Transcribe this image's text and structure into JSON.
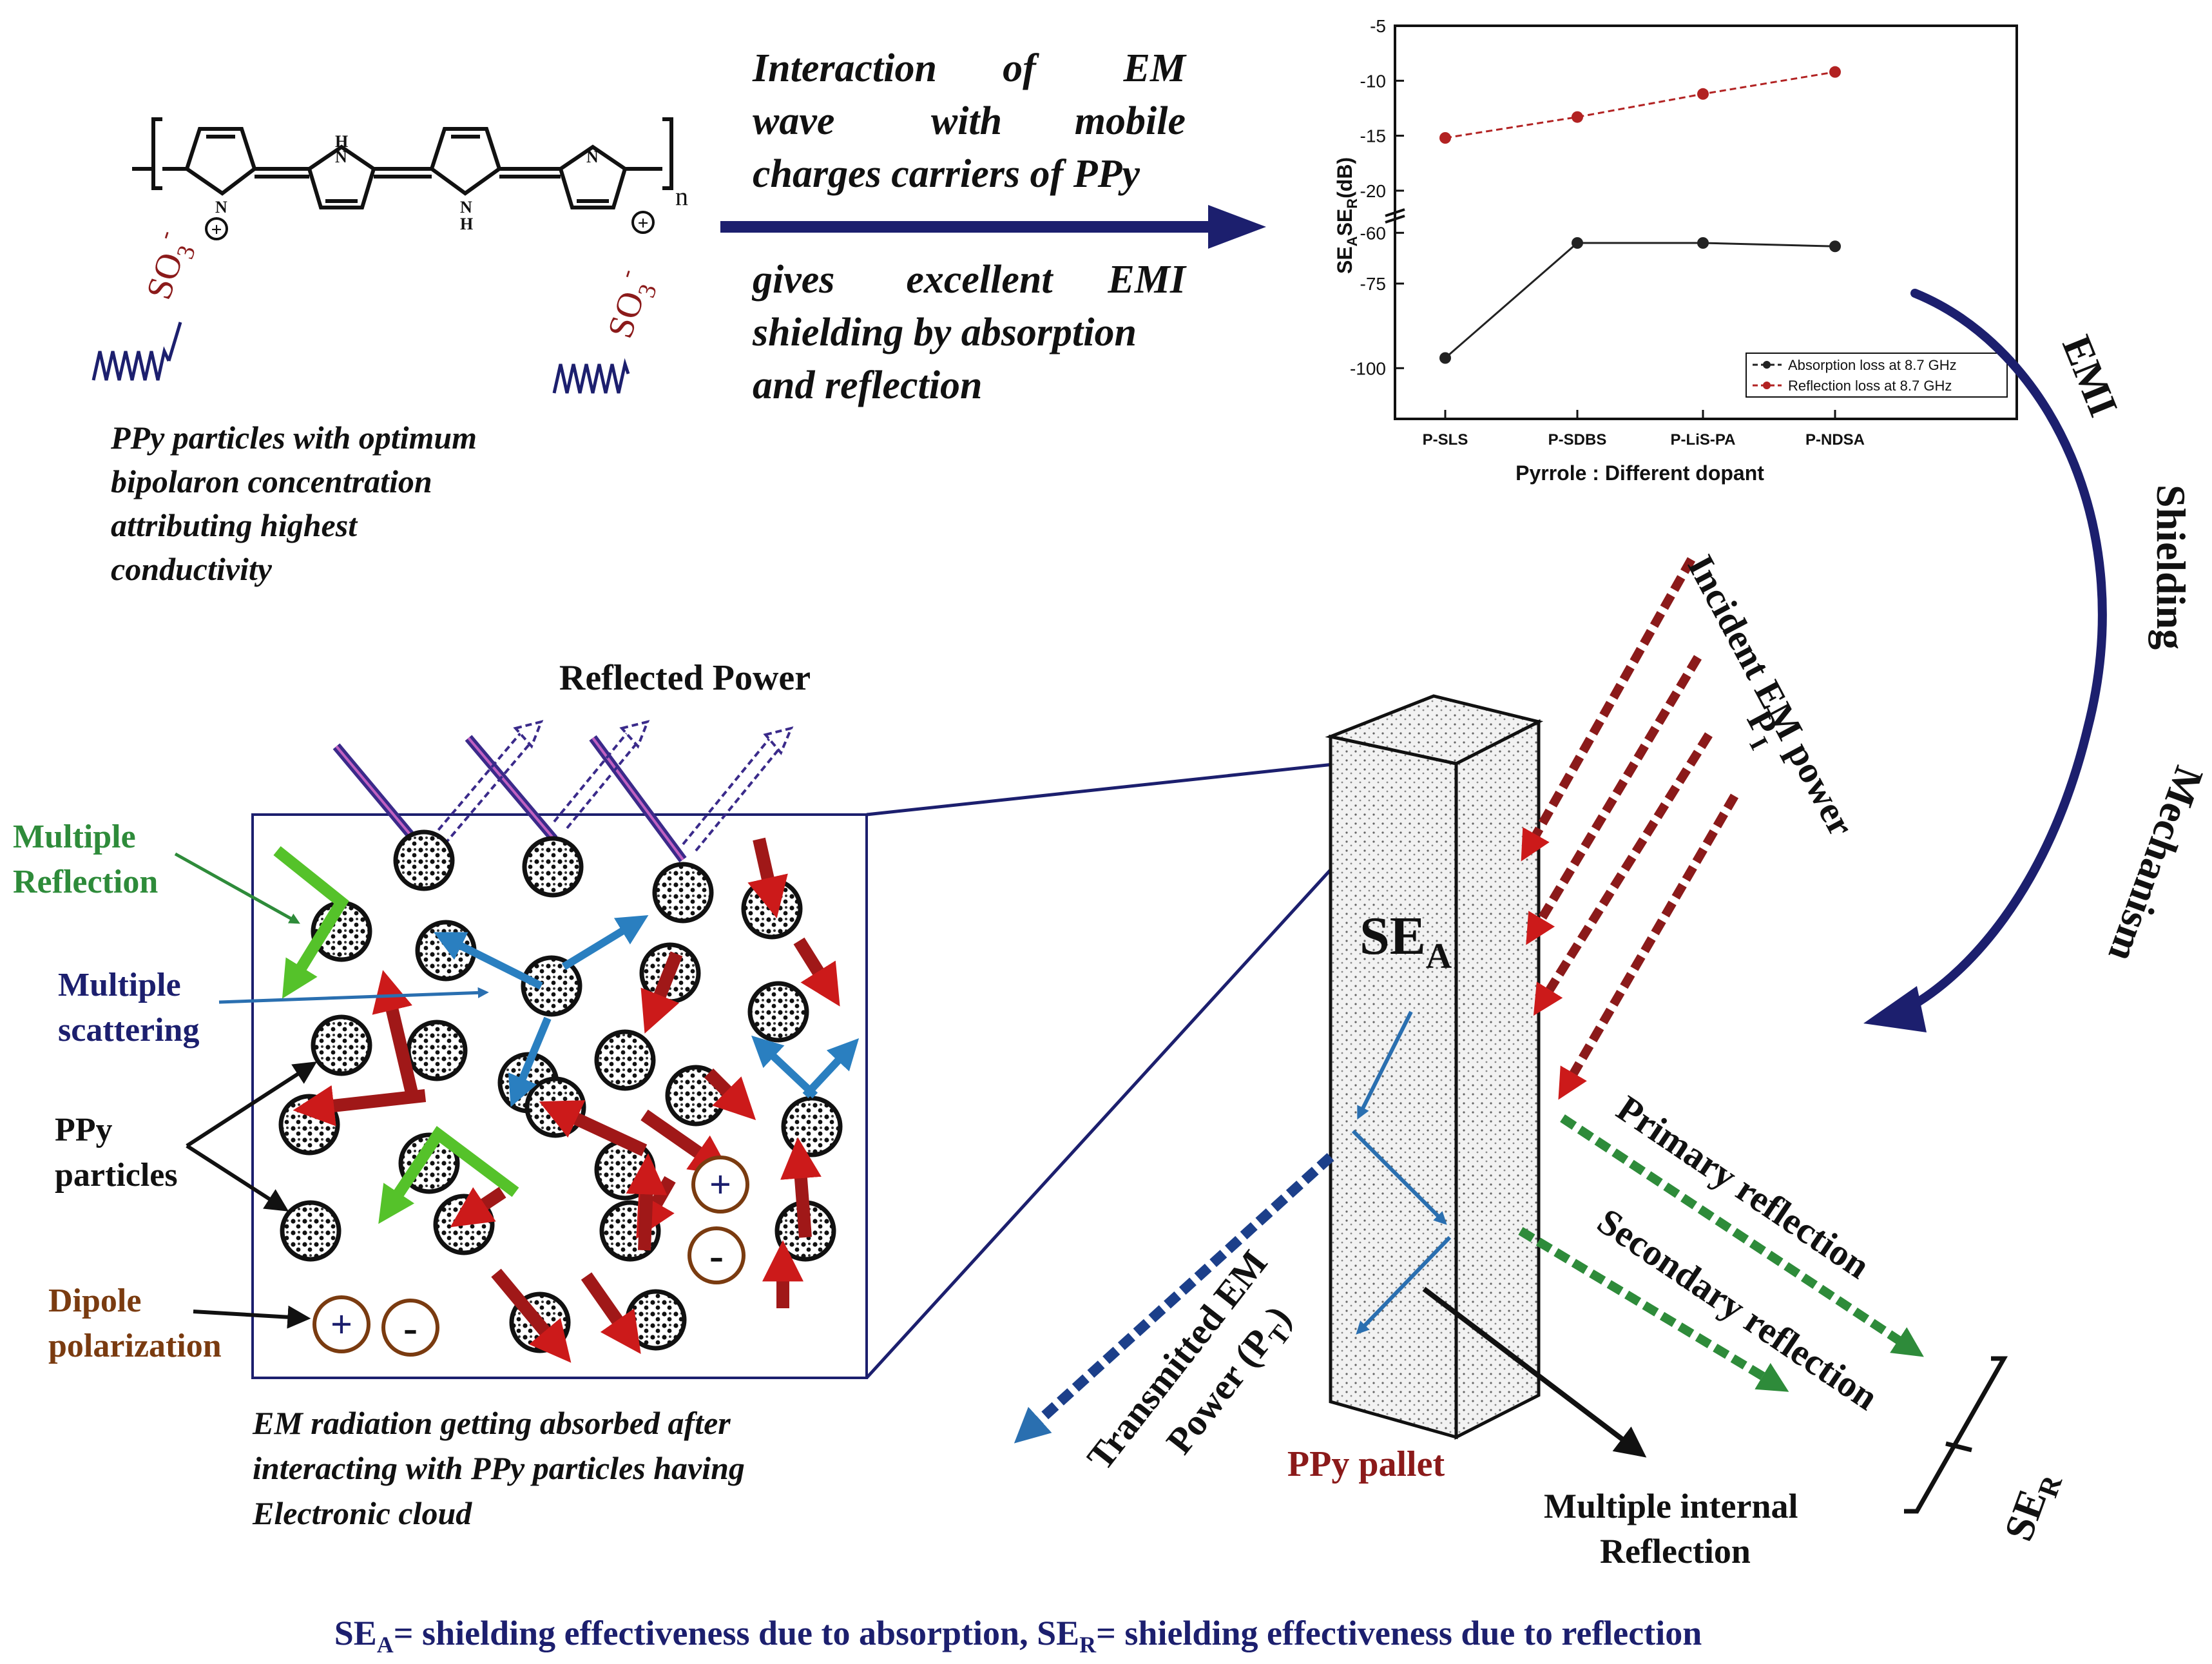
{
  "colors": {
    "navy": "#1c1f6e",
    "darkred": "#8b1a1a",
    "green": "#2e8b3a",
    "brightgreen": "#55c22a",
    "blue": "#2a7fc0",
    "purple": "#3a2a8a",
    "brown": "#7a3b10",
    "pinkline": "#c060c0"
  },
  "molecule": {
    "charge": "+",
    "counter_ion": "SO",
    "counter_ion_sub": "3",
    "counter_ion_charge": "-",
    "nh": "N",
    "h": "H",
    "repeat": "n",
    "caption": [
      "PPy particles with optimum",
      "bipolaron concentration",
      "attributing highest",
      "conductivity"
    ]
  },
  "interaction_text": {
    "upper": [
      [
        "Interaction",
        "of",
        "EM"
      ],
      [
        "wave",
        "with",
        "mobile"
      ],
      [
        "charges carriers of PPy"
      ]
    ],
    "lower": [
      [
        "gives",
        "excellent",
        "EMI"
      ],
      [
        "shielding by absorption"
      ],
      [
        "and reflection"
      ]
    ]
  },
  "chart_data": {
    "type": "line",
    "categories": [
      "P-SLS",
      "P-SDBS",
      "P-LiS-PA",
      "P-NDSA"
    ],
    "series": [
      {
        "name": "Absorption loss at 8.7 GHz",
        "values": [
          -97,
          -63,
          -63,
          -64
        ],
        "color": "#222222"
      },
      {
        "name": "Reflection loss at 8.7 GHz",
        "values": [
          -15.2,
          -13.3,
          -11.2,
          -9.2
        ],
        "color": "#b22222"
      }
    ],
    "xlabel": "Pyrrole : Different dopant",
    "ylabel": "SE",
    "ylabel_parts": [
      "SE",
      "A",
      "SE",
      "R",
      "(dB)"
    ],
    "upper_axis": {
      "ylim": [
        -22,
        -5
      ],
      "ticks": [
        "-5",
        "-10",
        "-15",
        "-20"
      ]
    },
    "lower_axis": {
      "ylim": [
        -115,
        -55
      ],
      "ticks": [
        "-60",
        "-75",
        "-100"
      ]
    },
    "legend_position": "bottom-right"
  },
  "mechanism_label": [
    "EMI",
    "Shielding",
    "Mechanism"
  ],
  "zoom_box": {
    "reflected_power": "Reflected Power",
    "labels": {
      "multiple_reflection": [
        "Multiple",
        "Reflection"
      ],
      "multiple_scattering": [
        "Multiple",
        "scattering"
      ],
      "ppy_particles": [
        "PPy",
        "particles"
      ],
      "dipole_polarization": [
        "Dipole",
        "polarization"
      ]
    },
    "plus": "+",
    "minus": "-",
    "caption": [
      "EM radiation getting absorbed after",
      "interacting with PPy particles having",
      "Electronic cloud"
    ]
  },
  "pallet": {
    "se_a": "SE",
    "se_a_sub": "A",
    "name": "PPy pallet",
    "incident": "Incident EM power",
    "p_i": "P",
    "p_i_sub": "I",
    "primary": "Primary reflection",
    "secondary": "Secondary reflection",
    "transmitted": "Transmitted EM",
    "power_pt": "Power (P",
    "power_pt_sub": "T",
    "power_pt_end": ")",
    "internal": [
      "Multiple internal",
      "Reflection"
    ],
    "se_r": "SE",
    "se_r_sub": "R"
  },
  "footer": {
    "a_main": "SE",
    "a_sub": "A",
    "a_text": "= shielding effectiveness due to absorption, ",
    "r_main": "SE",
    "r_sub": "R",
    "r_text": "= shielding effectiveness due to reflection"
  }
}
